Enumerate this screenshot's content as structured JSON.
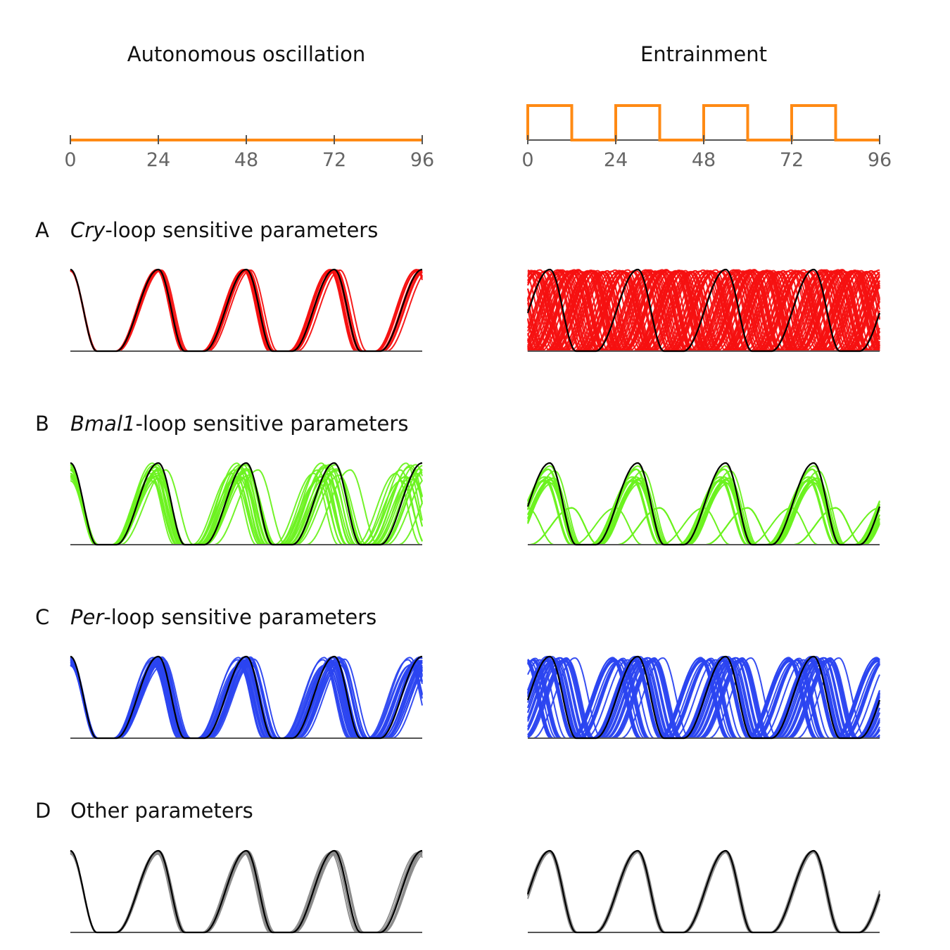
{
  "columns": {
    "autonomous_title": "Autonomous oscillation",
    "entrainment_title": "Entrainment"
  },
  "colors": {
    "light_signal": "#ff8a14",
    "axis": "#555555",
    "tick_text": "#666666",
    "reference": "#000000",
    "cry_loop": "#f51111",
    "bmal1_loop": "#6cf21f",
    "per_loop": "#2b45f0",
    "other": "#8a8a8a"
  },
  "panels": [
    {
      "letter": "A",
      "gene": "Cry",
      "title_rest": "-loop sensitive parameters"
    },
    {
      "letter": "B",
      "gene": "Bmal1",
      "title_rest": "-loop sensitive parameters"
    },
    {
      "letter": "C",
      "gene": "Per",
      "title_rest": "-loop sensitive parameters"
    },
    {
      "letter": "D",
      "gene": "",
      "title_rest": "Other parameters"
    }
  ],
  "chart_data": [
    {
      "type": "line",
      "id": "light-autonomous",
      "x_ticks": [
        0,
        24,
        48,
        72,
        96
      ],
      "xlim": [
        0,
        96
      ],
      "series": [
        {
          "x": [
            0,
            96
          ],
          "y": [
            0,
            0
          ]
        }
      ]
    },
    {
      "type": "line",
      "id": "light-entrainment",
      "x_ticks": [
        0,
        24,
        48,
        72,
        96
      ],
      "xlim": [
        0,
        96
      ],
      "series": [
        {
          "step_high_intervals": [
            [
              0,
              12
            ],
            [
              24,
              36
            ],
            [
              48,
              60
            ],
            [
              72,
              84
            ]
          ]
        }
      ]
    },
    {
      "type": "line",
      "id": "A-autonomous",
      "xlim": [
        0,
        96
      ],
      "reference_peaks": [
        24,
        48,
        72,
        96
      ],
      "start_phase": 0,
      "ensemble": {
        "count": 12,
        "period_spread": 0.4,
        "phase_jitter": 0.5,
        "amplitude_spread": 0.02
      }
    },
    {
      "type": "line",
      "id": "A-entrainment",
      "xlim": [
        0,
        96
      ],
      "reference_peaks": [
        6,
        30,
        54,
        78
      ],
      "ensemble": {
        "count": 60,
        "phase_spread": 14,
        "amplitude_spread": 0.04
      }
    },
    {
      "type": "line",
      "id": "B-autonomous",
      "xlim": [
        0,
        96
      ],
      "reference_peaks": [
        0,
        24,
        48,
        71.5,
        96
      ],
      "ensemble": {
        "count": 18,
        "period_spread": 1.6,
        "phase_jitter": 1.0,
        "amplitude_spread": 0.22
      }
    },
    {
      "type": "line",
      "id": "B-entrainment",
      "xlim": [
        0,
        96
      ],
      "reference_peaks": [
        6,
        30,
        54,
        78
      ],
      "ensemble": {
        "count": 14,
        "phase_spread": 1.5,
        "amplitude_spread": 0.25,
        "outlier_peaks": [
          12,
          36,
          60,
          84,
          96
        ]
      }
    },
    {
      "type": "line",
      "id": "C-autonomous",
      "xlim": [
        0,
        96
      ],
      "reference_peaks": [
        0,
        24,
        48,
        72,
        96
      ],
      "ensemble": {
        "count": 28,
        "period_spread": 0.9,
        "phase_jitter": 1.2,
        "amplitude_spread": 0.12
      }
    },
    {
      "type": "line",
      "id": "C-entrainment",
      "xlim": [
        0,
        96
      ],
      "reference_peaks": [
        6,
        30,
        54,
        78
      ],
      "ensemble": {
        "count": 40,
        "phase_spread": 7,
        "amplitude_spread": 0.06
      }
    },
    {
      "type": "line",
      "id": "D-autonomous",
      "xlim": [
        0,
        96
      ],
      "reference_peaks": [
        0,
        24,
        48,
        72,
        96
      ],
      "ensemble": {
        "count": 10,
        "period_spread": 0.25,
        "phase_jitter": 0.4,
        "amplitude_spread": 0.04
      }
    },
    {
      "type": "line",
      "id": "D-entrainment",
      "xlim": [
        0,
        96
      ],
      "reference_peaks": [
        6,
        30,
        54,
        78
      ],
      "ensemble": {
        "count": 8,
        "phase_spread": 0.4,
        "amplitude_spread": 0.02
      }
    }
  ]
}
